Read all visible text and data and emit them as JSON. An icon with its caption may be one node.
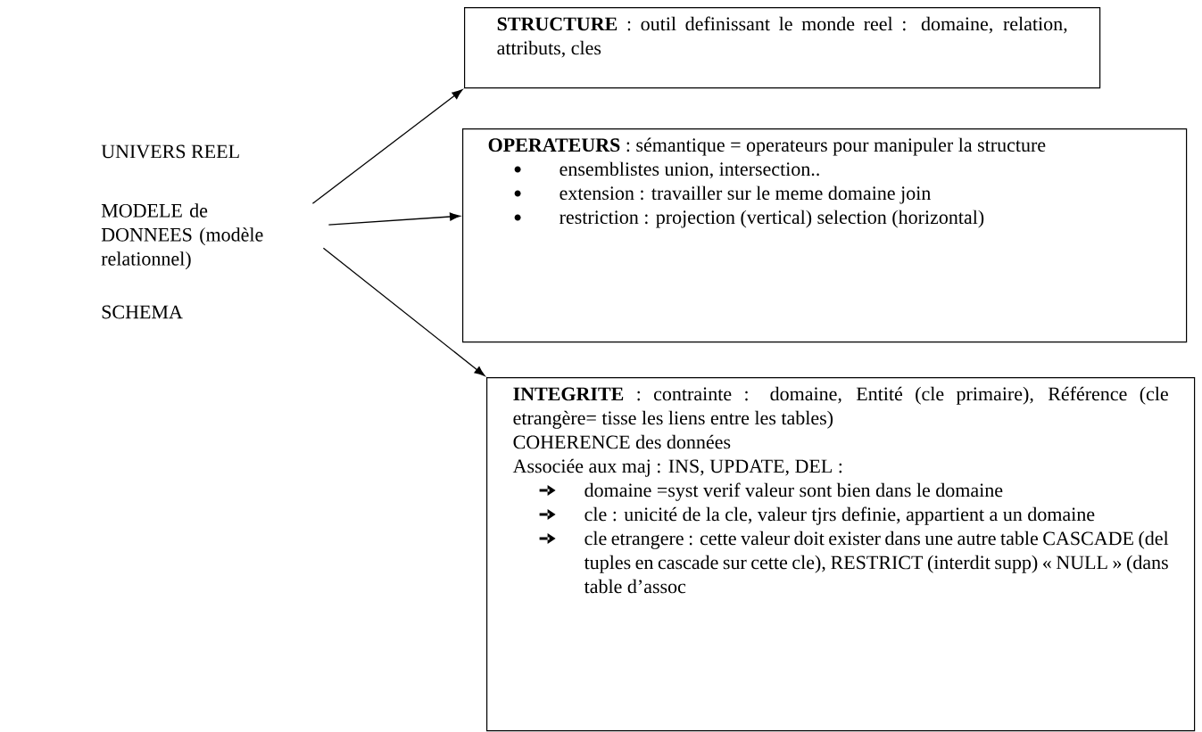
{
  "diagram": {
    "nodes": [
      {
        "text": [
          "MODELE de DONNEES (modèle relationnel)"
        ]
      },
      {
        "text": [
          "**STRUCTURE** : outil definissant le monde reel : domaine, relation, attributs, cles"
        ]
      },
      {
        "text": [
          "**OPERATEURS** : sémantique = operateurs pour manipuler la structure",
          "ensemblistes union, intersection..",
          "extension : travailler sur le meme domaine join",
          "restriction : projection (vertical) selection (horizontal)"
        ]
      },
      {
        "text": [
          "**INTEGRITE** : contrainte : domaine, Entité (cle primaire), Référence (cle etrangère= tisse les liens entre les tables)",
          "COHERENCE des données",
          "Associée aux maj : INS, UPDATE, DEL :",
          "domaine =syst verif valeur sont bien dans le domaine",
          "cle : unicité de la cle, valeur tjrs definie, appartient a un domaine",
          "cle etrangere : cette valeur doit exister dans une autre table  CASCADE (del tuples en cascade sur cette cle), RESTRICT (interdit supp) « NULL » (dans table d’assoc"
        ]
      }
    ],
    "edges": [
      {
        "from": 0,
        "to": 1,
        "arrow": "to"
      },
      {
        "from": 0,
        "to": 2,
        "arrow": "to"
      },
      {
        "from": 0,
        "to": 3,
        "arrow": "to"
      }
    ],
    "labels": [
      "UNIVERS REEL",
      "SCHEMA"
    ]
  }
}
